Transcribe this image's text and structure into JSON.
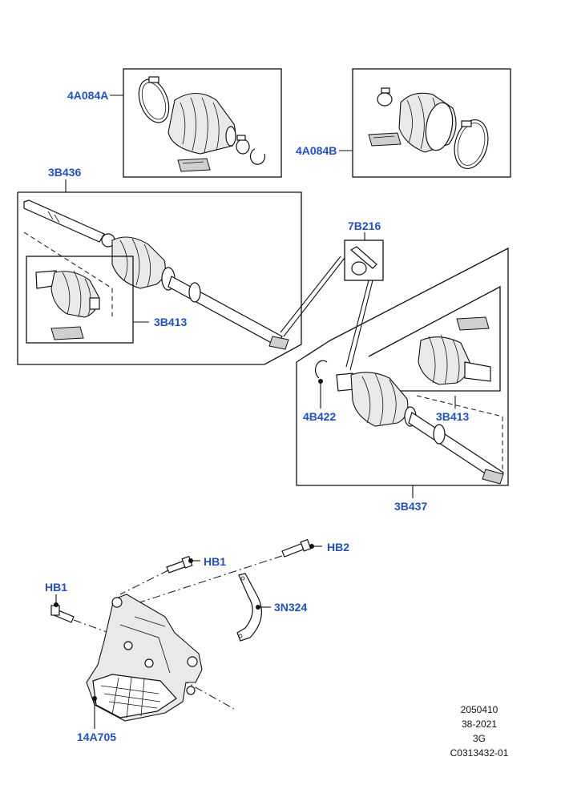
{
  "callouts": {
    "c_4a084a": "4A084A",
    "c_4a084b": "4A084B",
    "c_3b436": "3B436",
    "c_7b216": "7B216",
    "c_3b413_left": "3B413",
    "c_4b422": "4B422",
    "c_3b413_right": "3B413",
    "c_3b437": "3B437",
    "c_hb2": "HB2",
    "c_hb1_top": "HB1",
    "c_hb1_left": "HB1",
    "c_3n324": "3N324",
    "c_14a705": "14A705"
  },
  "footer": {
    "line1": "2050410",
    "line2": "38-2021",
    "line3": "3G",
    "line4": "C0313432-01"
  },
  "colors": {
    "callout": "#1f4fd8",
    "line": "#111111"
  }
}
